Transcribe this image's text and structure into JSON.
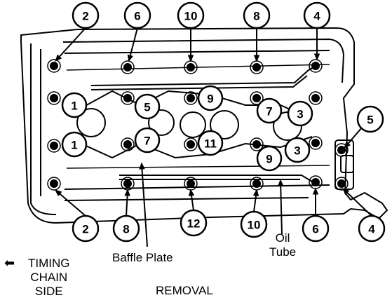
{
  "labels": {
    "timing_arrow": "⬅",
    "timing_line1": "TIMING",
    "timing_line2": "CHAIN",
    "timing_line3": "SIDE",
    "baffle_plate": "Baffle Plate",
    "oil_line1": "Oil",
    "oil_line2": "Tube",
    "removal": "REMOVAL"
  },
  "callouts": [
    {
      "id": "top-2",
      "text": "2"
    },
    {
      "id": "top-6",
      "text": "6"
    },
    {
      "id": "top-10",
      "text": "10"
    },
    {
      "id": "top-8",
      "text": "8"
    },
    {
      "id": "top-4",
      "text": "4"
    },
    {
      "id": "bot-2",
      "text": "2"
    },
    {
      "id": "bot-8",
      "text": "8"
    },
    {
      "id": "bot-12",
      "text": "12"
    },
    {
      "id": "bot-10",
      "text": "10"
    },
    {
      "id": "bot-6",
      "text": "6"
    },
    {
      "id": "bot-4",
      "text": "4"
    },
    {
      "id": "right-5",
      "text": "5"
    },
    {
      "id": "in-1a",
      "text": "1"
    },
    {
      "id": "in-1b",
      "text": "1"
    },
    {
      "id": "in-5",
      "text": "5"
    },
    {
      "id": "in-7",
      "text": "7"
    },
    {
      "id": "in-9a",
      "text": "9"
    },
    {
      "id": "in-11",
      "text": "11"
    },
    {
      "id": "in-7b",
      "text": "7"
    },
    {
      "id": "in-3a",
      "text": "3"
    },
    {
      "id": "in-9b",
      "text": "9"
    },
    {
      "id": "in-3b",
      "text": "3"
    }
  ],
  "colors": {
    "ink": "#000000",
    "paper": "#ffffff"
  }
}
